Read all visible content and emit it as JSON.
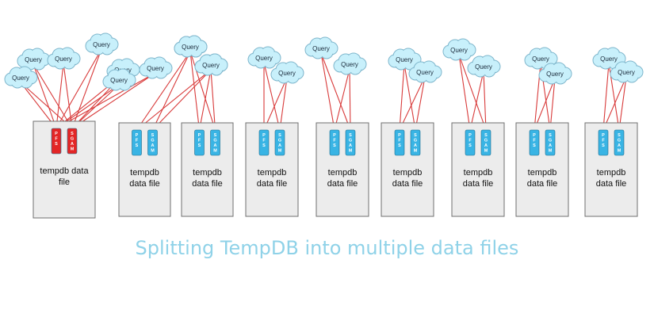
{
  "caption": "Splitting TempDB into multiple data files",
  "colors": {
    "caption": "#8fd2e8",
    "cloud_fill": "#c8f0fb",
    "cloud_stroke": "#7fb6cc",
    "line": "#d83a3a",
    "box_fill": "#ececec",
    "box_stroke": "#6f6f6f",
    "page_blue": "#39b4e4",
    "page_red": "#e32626"
  },
  "query_label": "Query",
  "files": [
    {
      "label_lines": [
        "tempdb data",
        "file"
      ],
      "pages": [
        "PFS",
        "SGAM"
      ],
      "contended": true,
      "query_count": 7
    },
    {
      "label_lines": [
        "tempdb",
        "data file"
      ],
      "pages": [
        "PFS",
        "SGAM"
      ],
      "contended": false,
      "query_count": 2
    },
    {
      "label_lines": [
        "tempdb",
        "data file"
      ],
      "pages": [
        "PFS",
        "SGAM"
      ],
      "contended": false,
      "query_count": 2
    },
    {
      "label_lines": [
        "tempdb",
        "data file"
      ],
      "pages": [
        "PFS",
        "SGAM"
      ],
      "contended": false,
      "query_count": 2
    },
    {
      "label_lines": [
        "tempdb",
        "data file"
      ],
      "pages": [
        "PFS",
        "SGAM"
      ],
      "contended": false,
      "query_count": 2
    },
    {
      "label_lines": [
        "tempdb",
        "data file"
      ],
      "pages": [
        "PFS",
        "SGAM"
      ],
      "contended": false,
      "query_count": 2
    },
    {
      "label_lines": [
        "tempdb",
        "data file"
      ],
      "pages": [
        "PFS",
        "SGAM"
      ],
      "contended": false,
      "query_count": 2
    },
    {
      "label_lines": [
        "tempdb",
        "data file"
      ],
      "pages": [
        "PFS",
        "SGAM"
      ],
      "contended": false,
      "query_count": 2
    },
    {
      "label_lines": [
        "tempdb",
        "data file"
      ],
      "pages": [
        "PFS",
        "SGAM"
      ],
      "contended": false,
      "query_count": 2
    }
  ]
}
